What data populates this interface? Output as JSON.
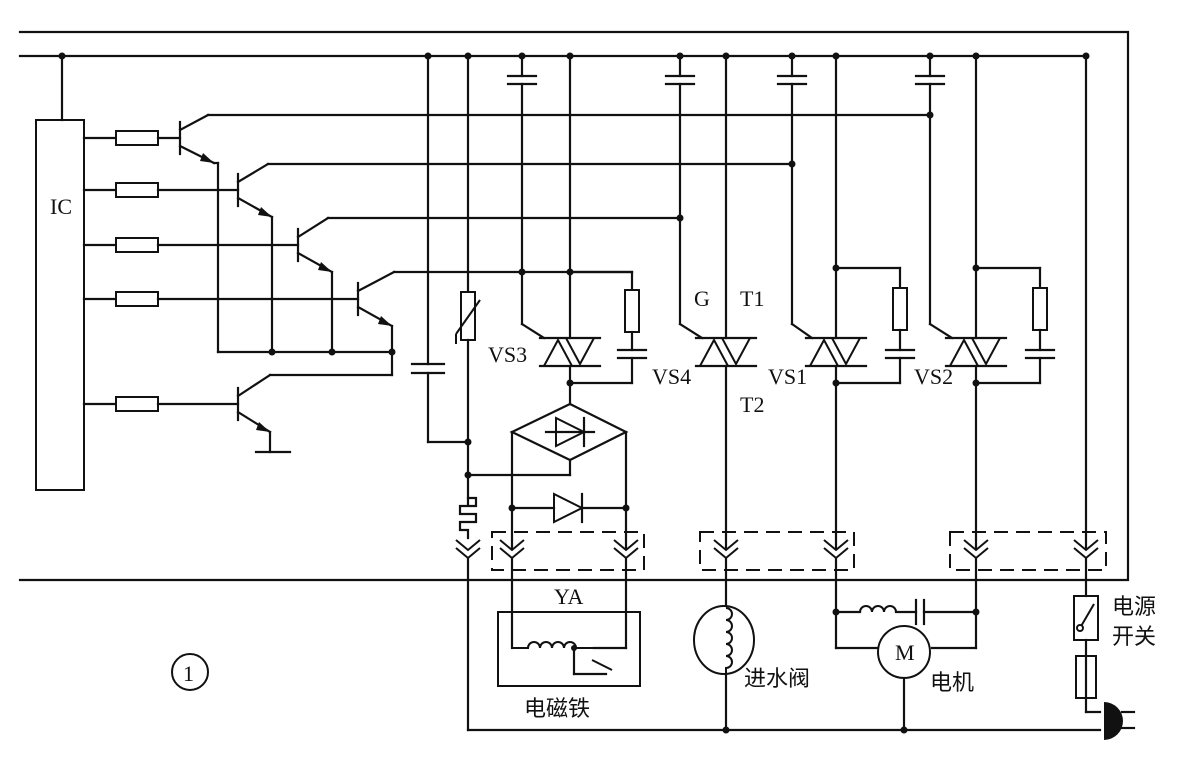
{
  "labels": {
    "ic": "IC",
    "vs3": "VS3",
    "vs4": "VS4",
    "vs1": "VS1",
    "vs2": "VS2",
    "g": "G",
    "t1": "T1",
    "t2": "T2",
    "ya": "YA",
    "electromagnet": "电磁铁",
    "inlet_valve": "进水阀",
    "motor_label": "电机",
    "motor_symbol": "M",
    "power_switch_line1": "电源",
    "power_switch_line2": "开关",
    "figure_number": "①"
  }
}
